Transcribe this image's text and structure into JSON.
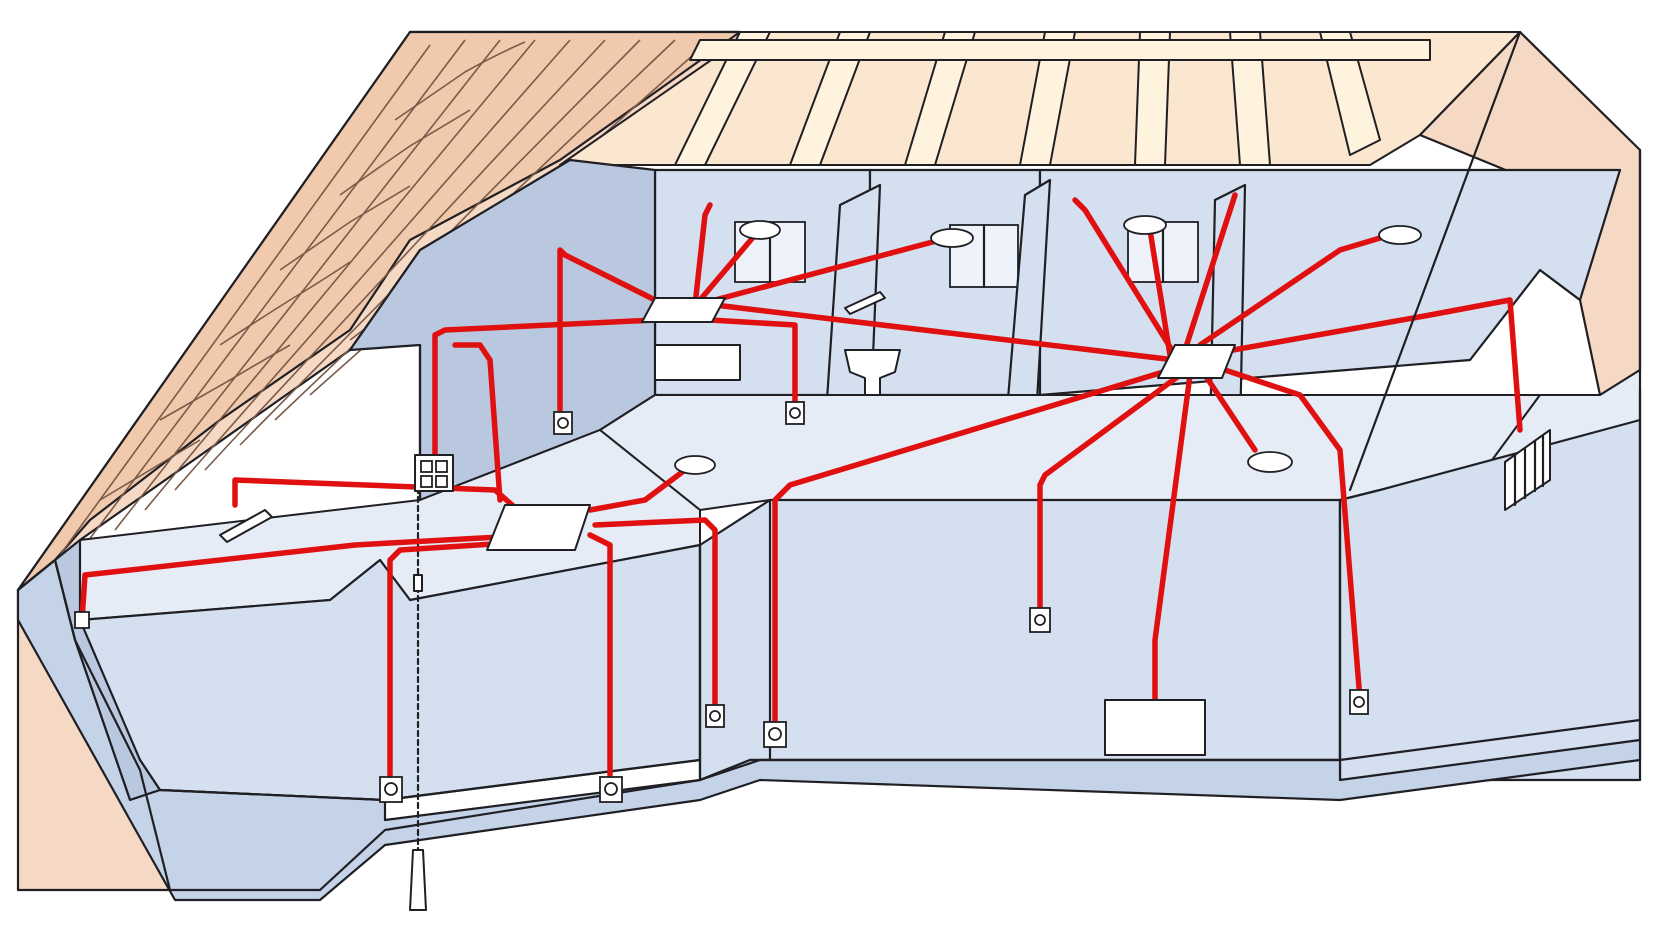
{
  "illustration": {
    "kind": "cutaway wiring diagram",
    "colors": {
      "cable": "#e01010",
      "wall": "#d4dfef",
      "roof": "#f1c9ac",
      "timber": "#fbe6cf"
    },
    "elements": {
      "junction_boxes": 3,
      "ceiling_lights": 6,
      "wall_sockets": 9,
      "heaters": 3,
      "distribution_panel": 1
    }
  }
}
